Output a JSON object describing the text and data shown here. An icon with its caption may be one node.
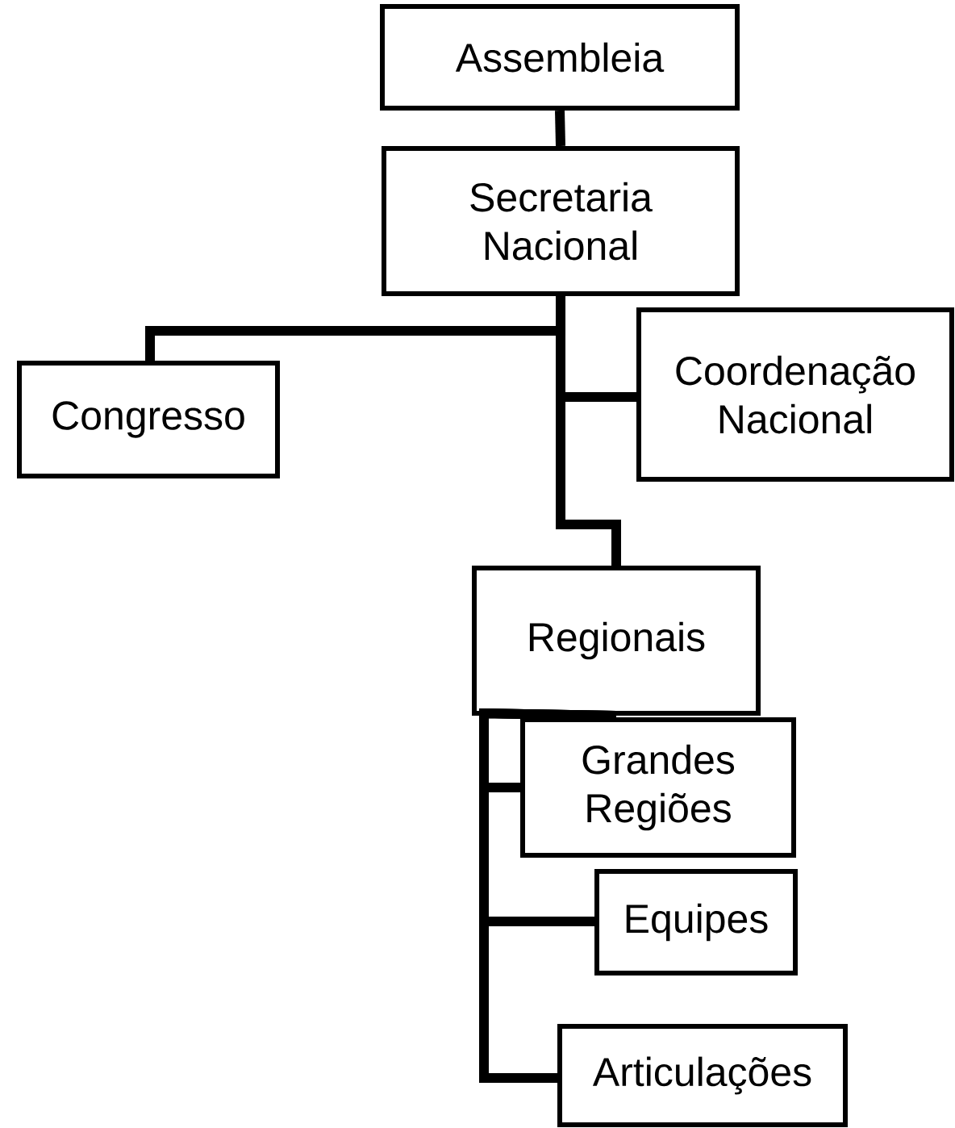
{
  "diagram": {
    "nodes": [
      {
        "text": [
          "Assembleia"
        ]
      },
      {
        "text": [
          "Secretaria Nacional"
        ]
      },
      {
        "text": [
          "Congresso"
        ]
      },
      {
        "text": [
          "Coordenação Nacional"
        ]
      },
      {
        "text": [
          "Regionais"
        ]
      },
      {
        "text": [
          "Grandes Regiões"
        ]
      },
      {
        "text": [
          "Equipes"
        ]
      },
      {
        "text": [
          "Articulações"
        ]
      }
    ],
    "edges": [
      {
        "from": 0,
        "to": 1,
        "arrow": "none"
      },
      {
        "from": 1,
        "to": 2,
        "arrow": "none"
      },
      {
        "from": 1,
        "to": 3,
        "arrow": "none"
      },
      {
        "from": 1,
        "to": 4,
        "arrow": "none"
      },
      {
        "from": 4,
        "to": 5,
        "arrow": "none"
      },
      {
        "from": 4,
        "to": 6,
        "arrow": "none"
      },
      {
        "from": 4,
        "to": 7,
        "arrow": "none"
      }
    ]
  }
}
